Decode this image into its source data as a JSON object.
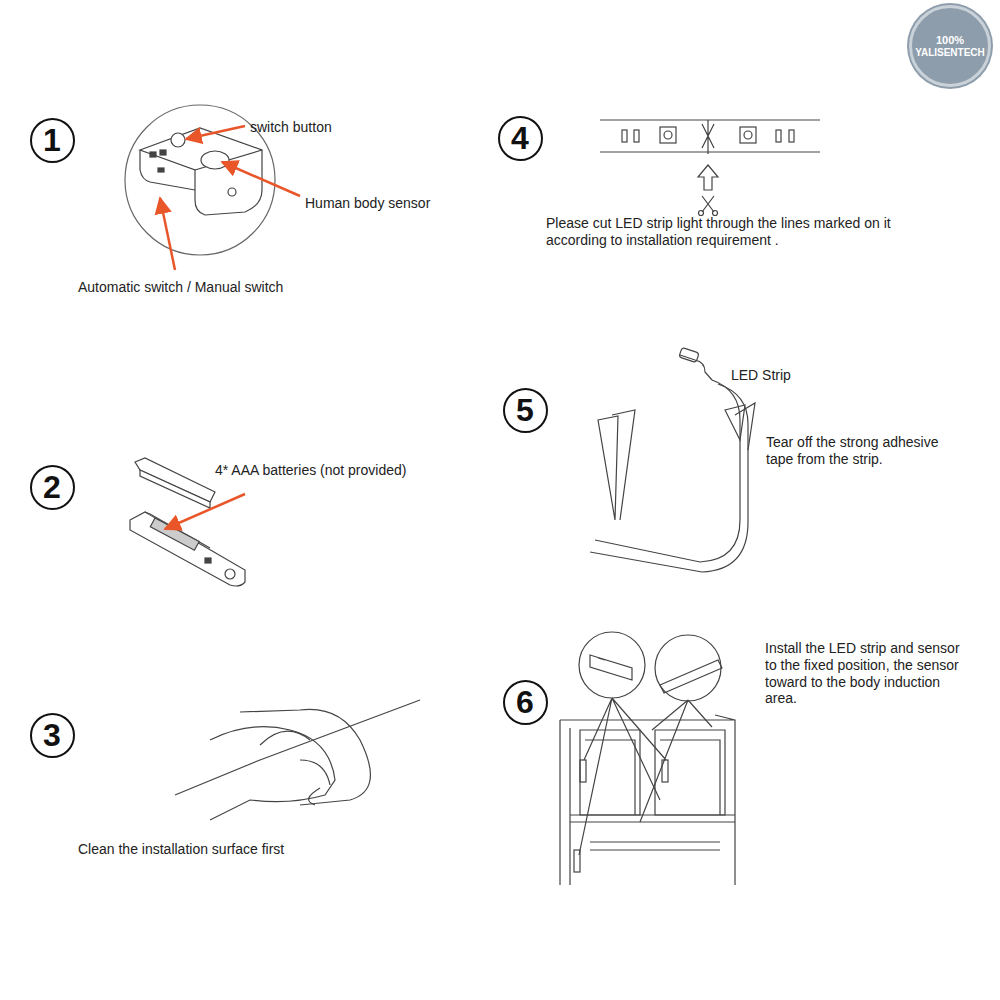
{
  "diagram": {
    "nodes": [
      {
        "text": [
          "100%",
          "YALISENTECH"
        ]
      },
      {
        "text": [
          "1"
        ]
      },
      {
        "text": [
          "4"
        ]
      },
      {
        "text": [
          "5"
        ]
      },
      {
        "text": [
          "2"
        ]
      },
      {
        "text": [
          "6"
        ]
      },
      {
        "text": [
          "3"
        ]
      }
    ],
    "edges": [],
    "labels": [
      "switch button",
      "Human body sensor",
      "Automatic switch / Manual switch",
      "4* AAA batteries (not provided)",
      "Clean the installation surface first",
      "Please cut LED strip light through the lines marked on it according to installation requirement .",
      "LED Strip",
      "Tear off the strong adhesive tape from the strip.",
      "Install the LED strip and sensor to the fixed position, the sensor toward to the body induction area."
    ]
  }
}
